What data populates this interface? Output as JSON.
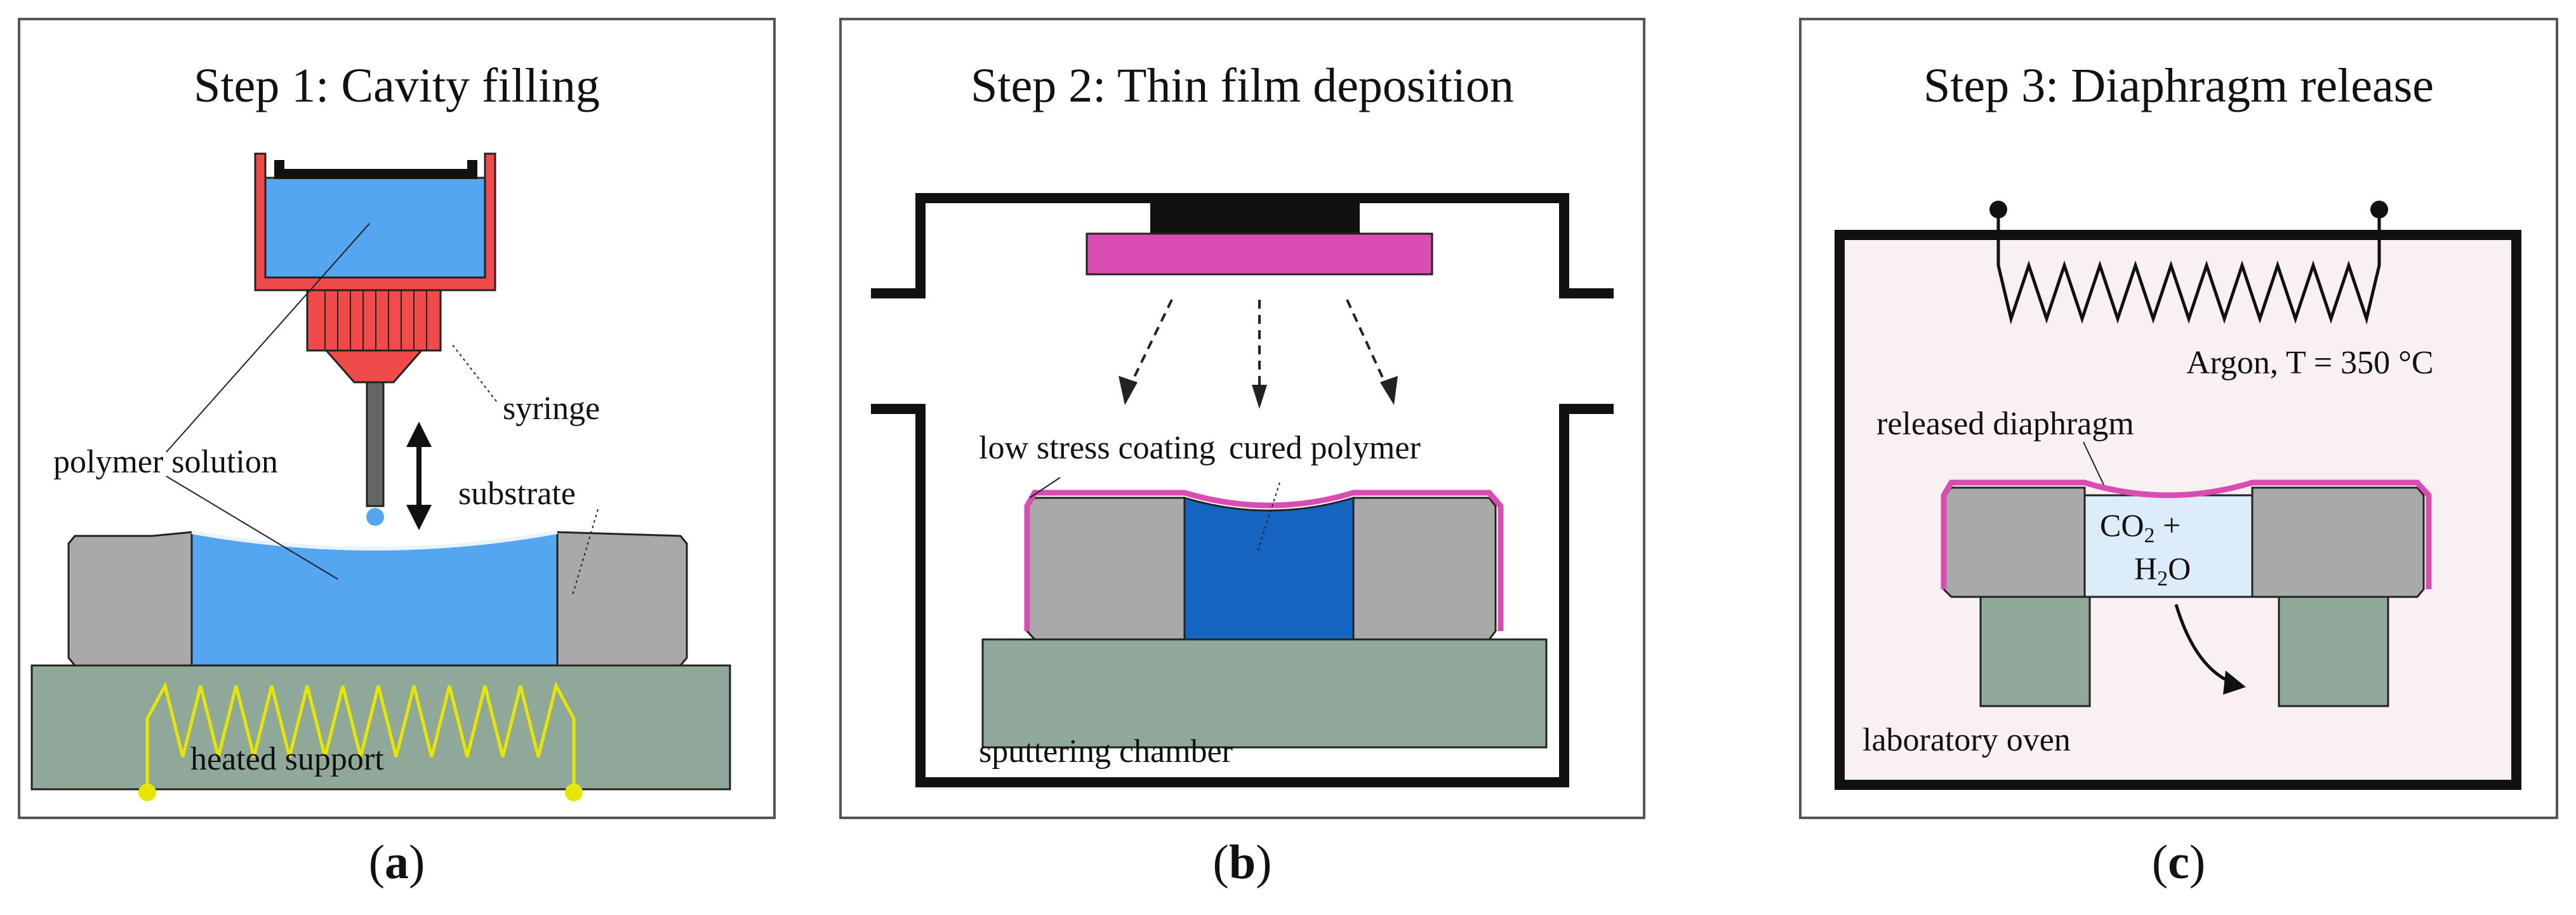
{
  "panels": {
    "a": {
      "title": "Step 1: Cavity filling",
      "caption_open": "(",
      "caption_letter": "a",
      "caption_close": ")",
      "labels": {
        "syringe": "syringe",
        "polymer_solution": "polymer solution",
        "substrate": "substrate",
        "heated_support": "heated support"
      }
    },
    "b": {
      "title": "Step 2: Thin film deposition",
      "caption_open": "(",
      "caption_letter": "b",
      "caption_close": ")",
      "labels": {
        "low_stress_coating": "low stress coating",
        "cured_polymer": "cured polymer",
        "sputtering_chamber": "sputtering chamber"
      }
    },
    "c": {
      "title": "Step 3: Diaphragm release",
      "caption_open": "(",
      "caption_letter": "c",
      "caption_close": ")",
      "labels": {
        "argon": "Argon, T = 350 °C",
        "released_diaphragm": "released diaphragm",
        "co2_prefix": "CO",
        "co2_sub": "2",
        "co2_suffix": " +",
        "h2o_prefix": "H",
        "h2o_sub": "2",
        "h2o_suffix": "O",
        "laboratory_oven": "laboratory oven"
      }
    }
  },
  "colors": {
    "syringe_red": "#f04a4a",
    "polymer_blue": "#55a6f0",
    "cured_blue": "#1565c0",
    "substrate_gray": "#a9a9a9",
    "support_green": "#8fa89a",
    "heater_yellow": "#e6e600",
    "coating_magenta": "#d94db3",
    "oven_pink": "#f8f0f3",
    "released_blue": "#dcecf9"
  }
}
